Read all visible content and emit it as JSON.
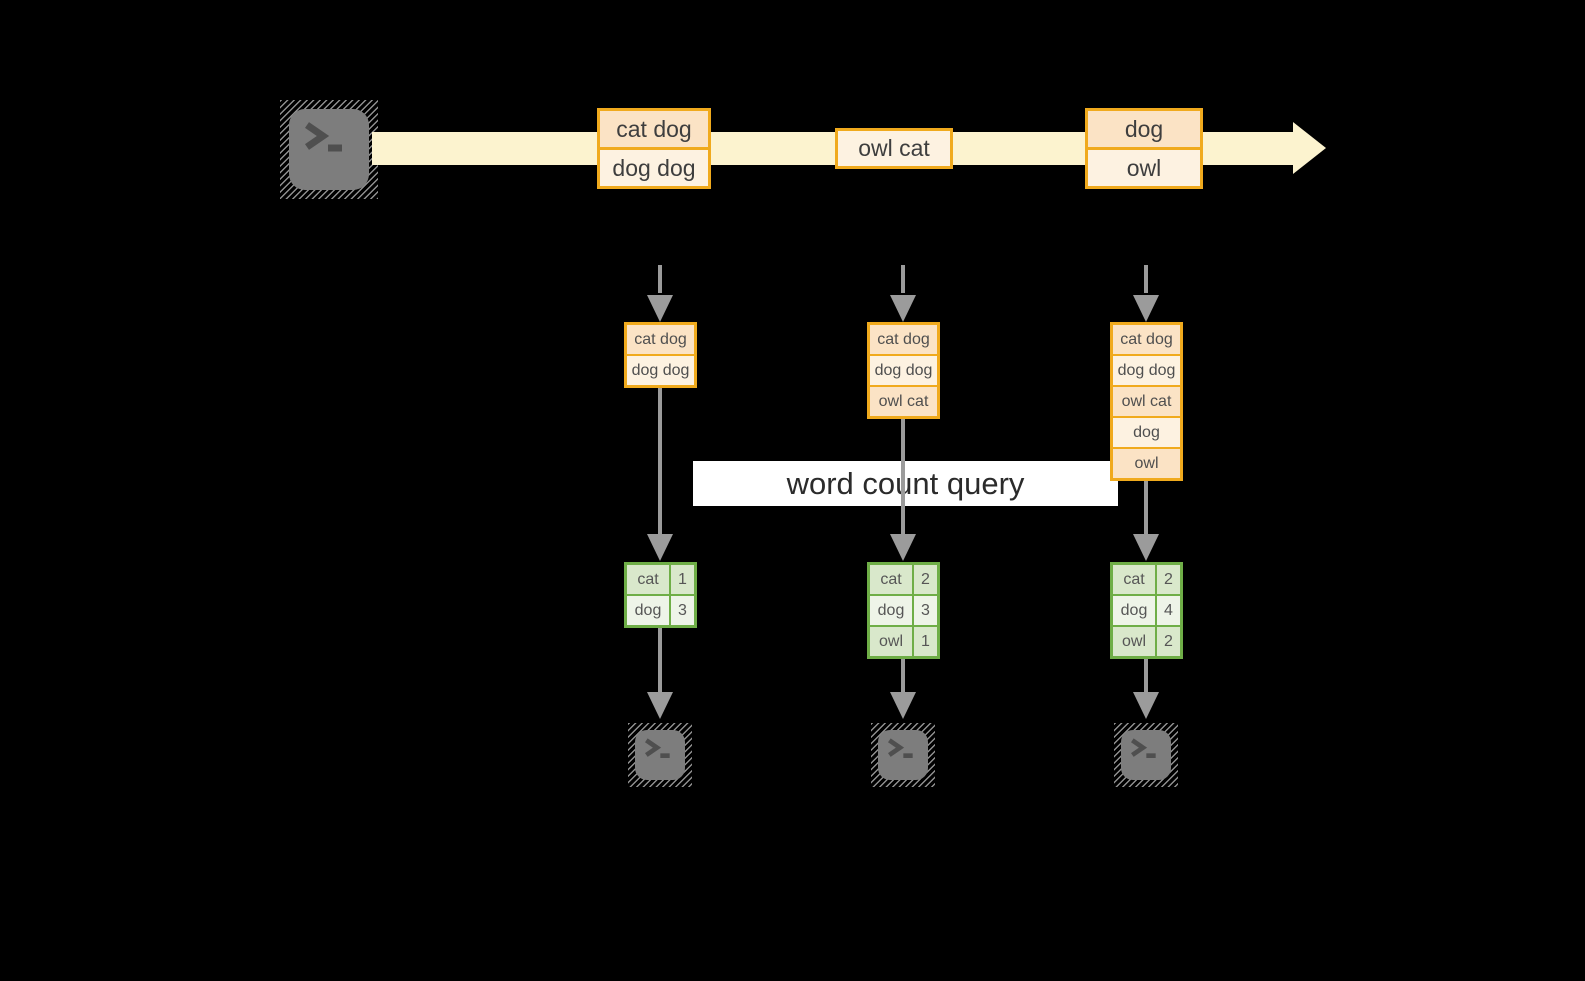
{
  "query_label": "word count query",
  "stream": {
    "source_icon": "terminal-icon",
    "events": [
      {
        "cells": [
          "cat dog",
          "dog dog"
        ]
      },
      {
        "cells": [
          "owl cat"
        ]
      },
      {
        "cells": [
          "dog",
          "owl"
        ]
      }
    ]
  },
  "columns": [
    {
      "buffer": [
        "cat dog",
        "dog dog"
      ],
      "counts": [
        {
          "word": "cat",
          "count": "1"
        },
        {
          "word": "dog",
          "count": "3"
        }
      ]
    },
    {
      "buffer": [
        "cat dog",
        "dog dog",
        "owl cat"
      ],
      "counts": [
        {
          "word": "cat",
          "count": "2"
        },
        {
          "word": "dog",
          "count": "3"
        },
        {
          "word": "owl",
          "count": "1"
        }
      ]
    },
    {
      "buffer": [
        "cat dog",
        "dog dog",
        "owl cat",
        "dog",
        "owl"
      ],
      "counts": [
        {
          "word": "cat",
          "count": "2"
        },
        {
          "word": "dog",
          "count": "4"
        },
        {
          "word": "owl",
          "count": "2"
        }
      ]
    }
  ],
  "colors": {
    "background": "#000000",
    "stream_band": "#fcf3cf",
    "orange_border": "#f0aa1d",
    "cell_peach": "#fbe3c5",
    "cell_cream": "#fdf2e1",
    "green_border": "#6fae47",
    "green_dark_cell": "#d9e8cb",
    "green_light_cell": "#eef4e8",
    "arrow_gray": "#9b9b9b",
    "terminal_gray": "#7d7d7d",
    "query_band_bg": "#ffffff"
  }
}
